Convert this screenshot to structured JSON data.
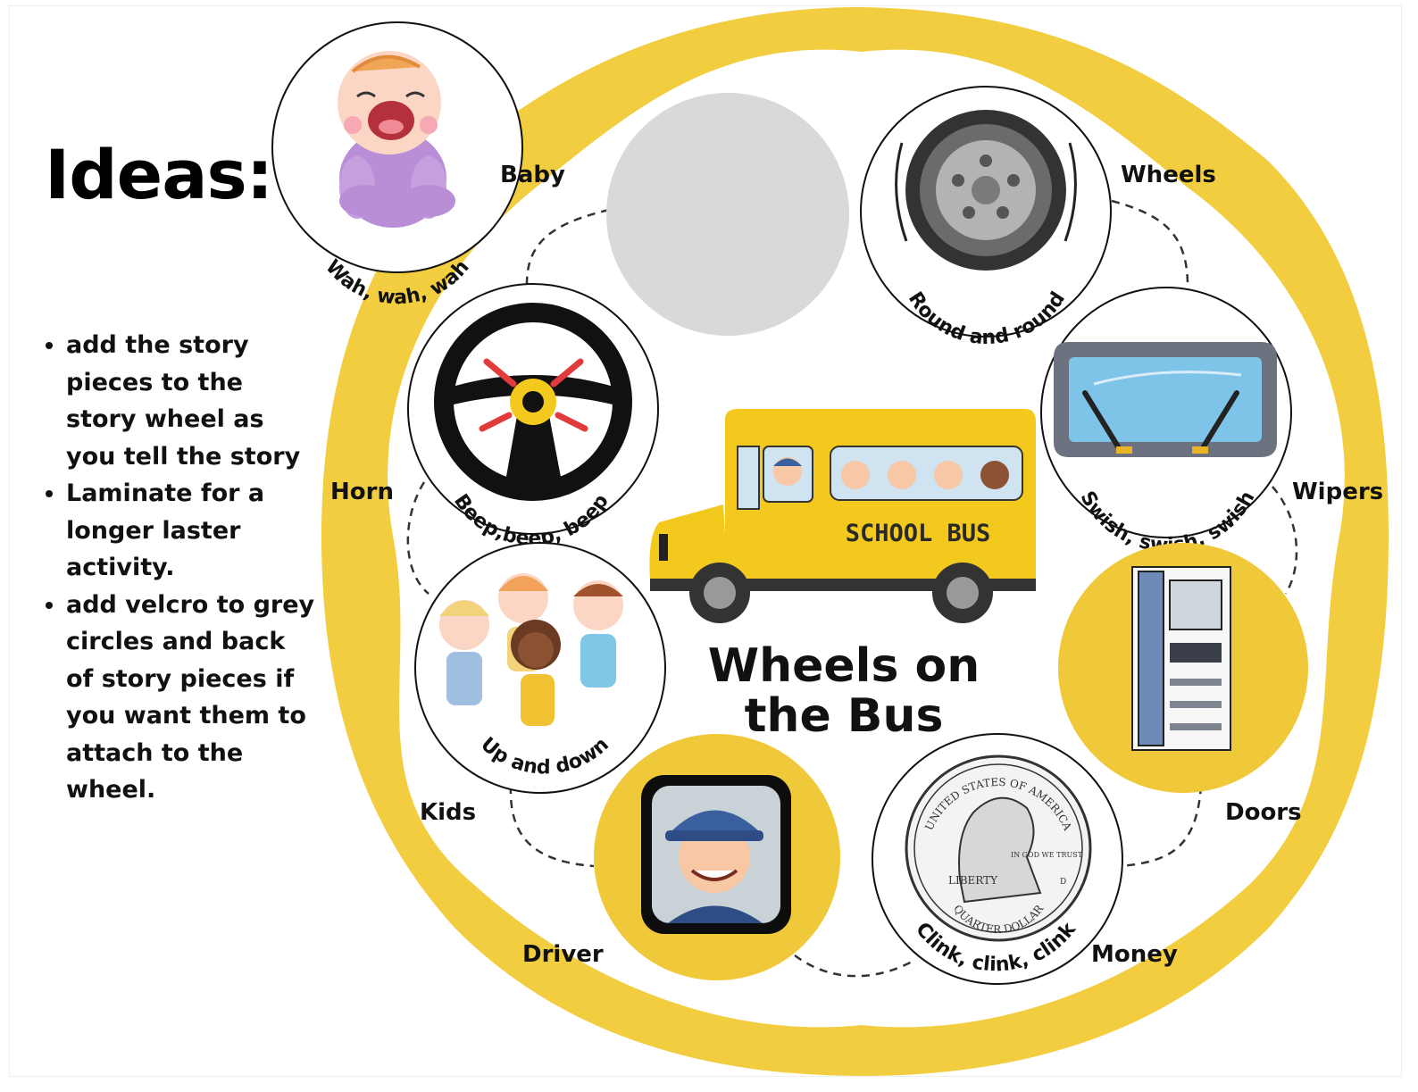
{
  "ideas": {
    "heading": "Ideas:",
    "tips": [
      "add the story pieces to the story wheel as you tell the story",
      "Laminate for a longer laster activity.",
      "add velcro to grey circles and back of story pieces if you want them to attach to the wheel."
    ]
  },
  "center": {
    "bus_sign": "SCHOOL BUS",
    "title_line1": "Wheels on",
    "title_line2": "the Bus"
  },
  "slot_labels": {
    "baby": "Baby",
    "wheels": "Wheels",
    "horn": "Horn",
    "wipers": "Wipers",
    "kids": "Kids",
    "doors": "Doors",
    "driver": "Driver",
    "money": "Money"
  },
  "pieces": {
    "baby": "Wah, wah, wah",
    "wheels": "Round and round",
    "horn": "Beep,beep, beep",
    "wipers": "Swish, swish, swish",
    "kids": "Up and down",
    "money": "Clink, clink, clink"
  },
  "coin": {
    "top_text": "UNITED STATES OF AMERICA",
    "liberty": "LIBERTY",
    "motto": "IN GOD WE TRUST",
    "mint": "D",
    "bottom_text": "QUARTER DOLLAR"
  },
  "colors": {
    "ring": "#f1cd3f",
    "bus": "#f4c91d",
    "empty_slot": "#d9d9d9",
    "dashed_line": "#333333"
  }
}
